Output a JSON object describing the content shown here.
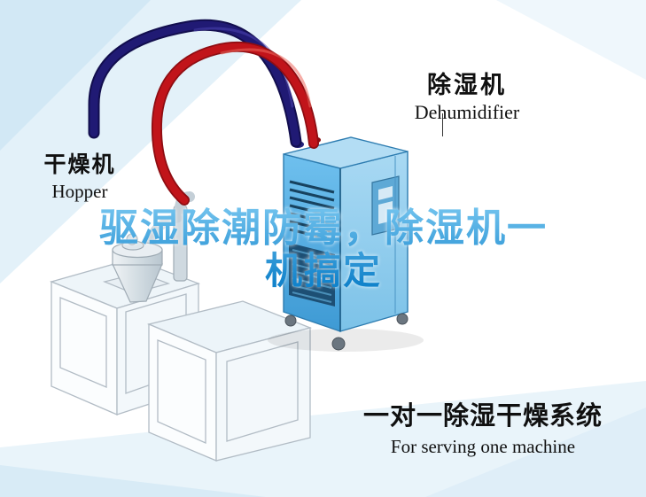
{
  "headline": {
    "lines": [
      "驱湿除潮防霉，除湿机一",
      "机搞定"
    ]
  },
  "labels": {
    "dehumidifier": {
      "cn": "除湿机",
      "en": "Dehumidifier"
    },
    "hopper": {
      "cn": "干燥机",
      "en": "Hopper"
    },
    "system": {
      "cn": "一对一除湿干燥系统",
      "en": "For serving one machine"
    }
  },
  "illustration": {
    "parts": [
      "dehumidifier-unit",
      "hopper-dryer",
      "injection-molding-machine",
      "red-return-hose",
      "blue-supply-hose"
    ]
  },
  "colors": {
    "headline_light": "#72c3ee",
    "headline_dark": "#1283cb",
    "pipe_red": "#c1141a",
    "pipe_red_dark": "#8e0d12",
    "pipe_blue": "#201a74",
    "pipe_blue_dark": "#120e4e",
    "dehumidifier_blue": "#58b0e6",
    "text_black": "#101010"
  }
}
